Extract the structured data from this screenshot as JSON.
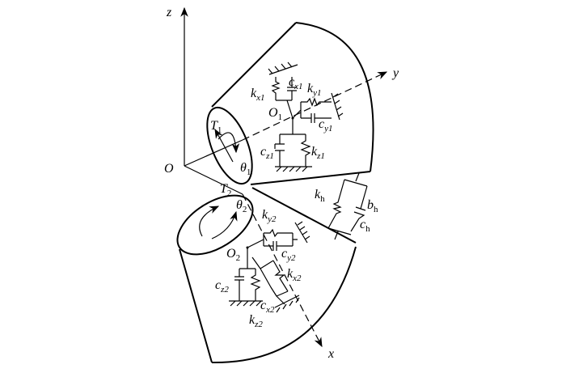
{
  "axes": {
    "z": "z",
    "y": "y",
    "x": "x",
    "origin": "O"
  },
  "gear1": {
    "center": {
      "main": "O",
      "sub": "1"
    },
    "torque": {
      "main": "T",
      "sub": "1"
    },
    "angle": {
      "main": "θ",
      "sub": "1"
    },
    "kx": {
      "main": "k",
      "sub": "x1"
    },
    "cx": {
      "main": "c",
      "sub": "x1"
    },
    "ky": {
      "main": "k",
      "sub": "y1"
    },
    "cy": {
      "main": "c",
      "sub": "y1"
    },
    "kz": {
      "main": "k",
      "sub": "z1"
    },
    "cz": {
      "main": "c",
      "sub": "z1"
    }
  },
  "gear2": {
    "center": {
      "main": "O",
      "sub": "2"
    },
    "torque": {
      "main": "T",
      "sub": "2"
    },
    "angle": {
      "main": "θ",
      "sub": "2"
    },
    "kx": {
      "main": "k",
      "sub": "x2"
    },
    "cx": {
      "main": "c",
      "sub": "x2"
    },
    "ky": {
      "main": "k",
      "sub": "y2"
    },
    "cy": {
      "main": "c",
      "sub": "y2"
    },
    "kz": {
      "main": "k",
      "sub": "z2"
    },
    "cz": {
      "main": "c",
      "sub": "z2"
    }
  },
  "mesh": {
    "kh": {
      "main": "k",
      "sub": "h"
    },
    "bh": {
      "main": "b",
      "sub": "h"
    },
    "ch": {
      "main": "c",
      "sub": "h"
    }
  }
}
